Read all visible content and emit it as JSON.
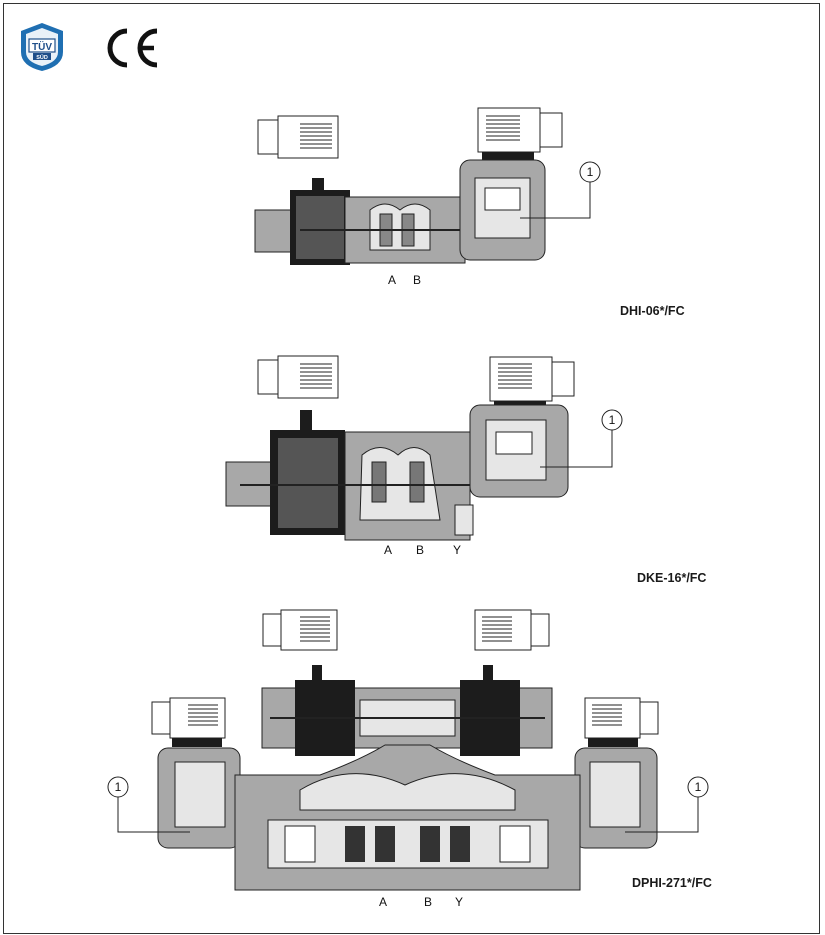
{
  "logos": {
    "tuv": "TÜV SÜD",
    "ce": "CE"
  },
  "diagrams": [
    {
      "model": "DHI-06*/FC",
      "ports": [
        "A",
        "B"
      ],
      "callout": "1"
    },
    {
      "model": "DKE-16*/FC",
      "ports": [
        "A",
        "B",
        "Y"
      ],
      "callout": "1"
    },
    {
      "model": "DPHI-271*/FC",
      "ports": [
        "A",
        "B",
        "Y"
      ],
      "callout": "1"
    }
  ],
  "colors": {
    "body": "#a8a8a8",
    "dark": "#1c1c1c",
    "light": "#e6e6e6",
    "line": "#222222"
  }
}
